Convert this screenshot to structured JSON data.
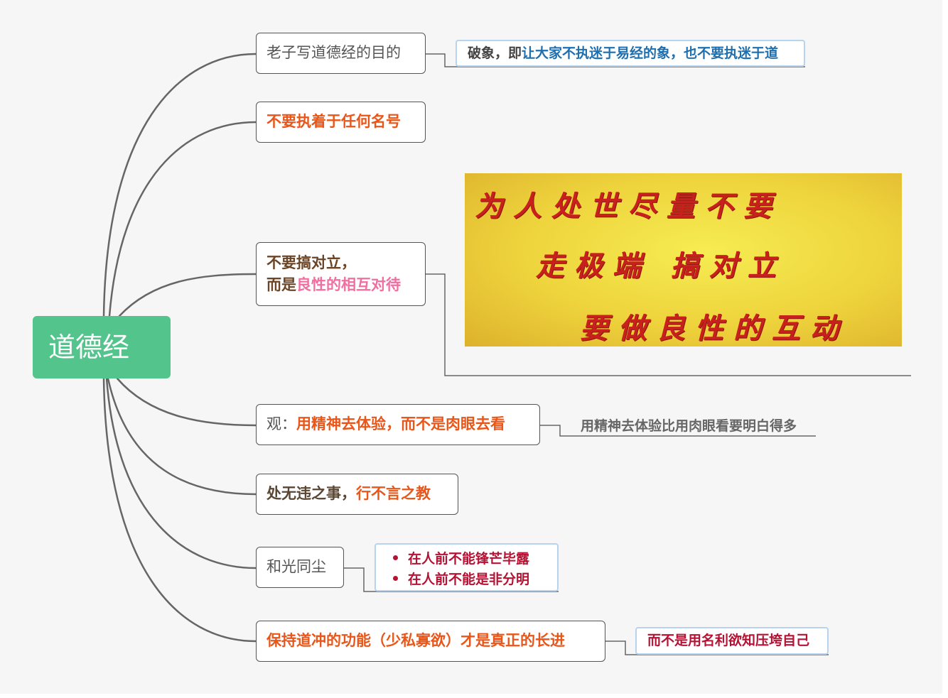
{
  "root": {
    "label": "道德经"
  },
  "branches": {
    "b1": {
      "label": "老子写道德经的目的"
    },
    "b2": {
      "label": "不要执着于任何名号"
    },
    "b3": {
      "line1": "不要搞对立，",
      "line2_a": "而是",
      "line2_b": "良性的相互对待"
    },
    "b4": {
      "prefix": "观：",
      "text": "用精神去体验，而不是肉眼去看"
    },
    "b5": {
      "part_a": "处无违之事，",
      "part_b": "行不言之教"
    },
    "b6": {
      "label": "和光同尘"
    },
    "b7": {
      "label": "保持道冲的功能（少私寡欲）才是真正的长进"
    }
  },
  "notes": {
    "n1": {
      "part_a": "破象，即",
      "part_b": "让大家不执迷于易经的象，也不要执迷于道"
    },
    "n4": {
      "label": "用精神去体验比用肉眼看要明白得多"
    },
    "n6": {
      "items": [
        "在人前不能锋芒毕露",
        "在人前不能是非分明"
      ]
    },
    "n7": {
      "label": "而不是用名利欲知压垮自己"
    }
  },
  "banner": {
    "lines": [
      "为人处世尽量不要",
      "走极端 搞对立",
      "要做良性的互动"
    ]
  },
  "colors": {
    "root_fill": "#52c48c",
    "accent_orange": "#e8561a",
    "accent_blue": "#1e6fb0",
    "accent_crimson": "#b51234",
    "accent_pink": "#f06fa0",
    "connector": "#666666"
  }
}
